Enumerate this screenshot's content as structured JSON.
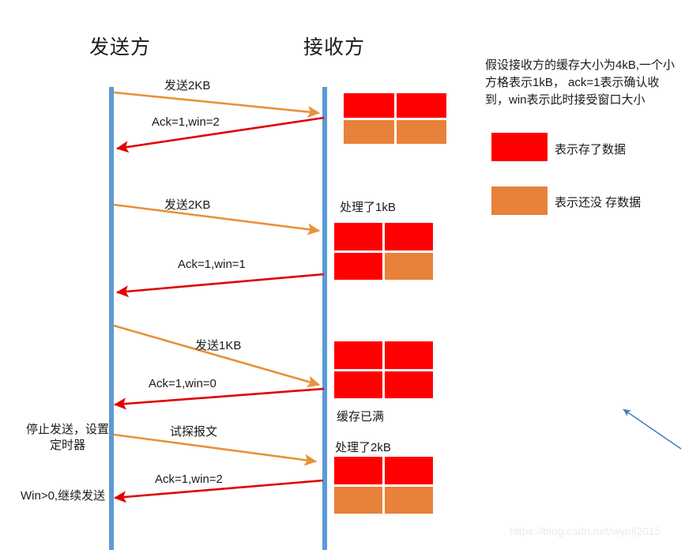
{
  "title_sender": "发送方",
  "title_receiver": "接收方",
  "description": "假设接收方的缓存大小为4kB,一个小方格表示1kB， ack=1表示确认收到，win表示此时接受窗口大小",
  "colors": {
    "lifeline": "#5B9BD5",
    "send_arrow": "#E8913A",
    "ack_arrow": "#E00000",
    "stored": "#FF0000",
    "empty": "#E8813A",
    "cursor": "#4A7EBB",
    "text": "#1a1a1a"
  },
  "legend": {
    "items": [
      {
        "swatch": "stored",
        "label": "表示存了数据",
        "color": "#FF0000"
      },
      {
        "swatch": "empty",
        "label": "表示还没 存数据",
        "color": "#E8813A"
      }
    ]
  },
  "messages": [
    {
      "label": "发送2KB",
      "direction": "send"
    },
    {
      "label": "Ack=1,win=2",
      "direction": "ack"
    },
    {
      "label": "发送2KB",
      "direction": "send"
    },
    {
      "label": "Ack=1,win=1",
      "direction": "ack"
    },
    {
      "label": "发送1KB",
      "direction": "send"
    },
    {
      "label": "Ack=1,win=0",
      "direction": "ack"
    },
    {
      "label": "试探报文",
      "direction": "send"
    },
    {
      "label": "Ack=1,win=2",
      "direction": "ack"
    }
  ],
  "sender_notes": [
    "停止发送，设置定时器",
    "Win>0,继续发送"
  ],
  "buffers": [
    {
      "label": "",
      "cells": [
        "stored",
        "stored",
        "empty",
        "empty"
      ]
    },
    {
      "label": "处理了1kB",
      "label_pos": "above",
      "cells": [
        "stored",
        "stored",
        "stored",
        "empty"
      ]
    },
    {
      "label": "缓存已满",
      "label_pos": "below",
      "cells": [
        "stored",
        "stored",
        "stored",
        "stored"
      ]
    },
    {
      "label": "处理了2kB",
      "label_pos": "above",
      "cells": [
        "stored",
        "stored",
        "empty",
        "empty"
      ]
    }
  ],
  "watermark": "https://blog.csdn.net/wyplj2015",
  "cursor": {
    "name": "mouse-pointer-arrow"
  }
}
